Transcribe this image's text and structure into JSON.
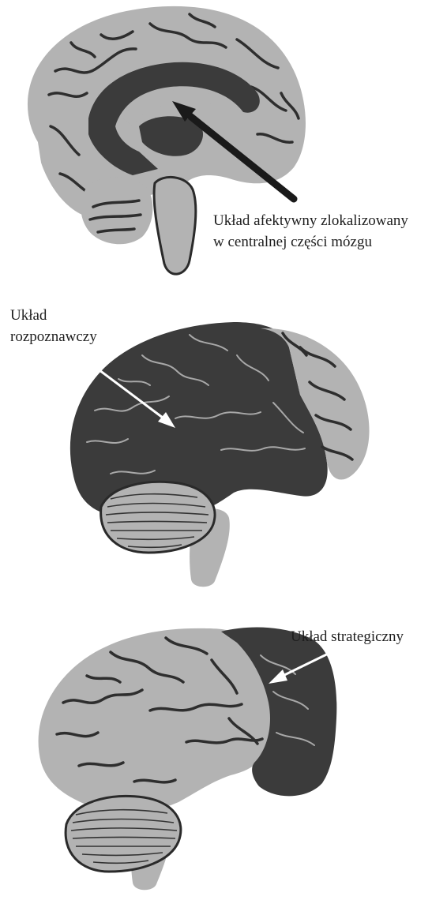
{
  "labels": {
    "affective_line1": "Układ afektywny zlokalizowany",
    "affective_line2": "w centralnej części mózgu",
    "recognition_line1": "Układ",
    "recognition_line2": "rozpoznawczy",
    "strategic": "Układ strategiczny"
  },
  "colors": {
    "light_gray": "#b3b3b3",
    "dark_gray": "#3b3b3b",
    "arrow_black": "#1a1a1a",
    "arrow_white": "#ffffff"
  }
}
